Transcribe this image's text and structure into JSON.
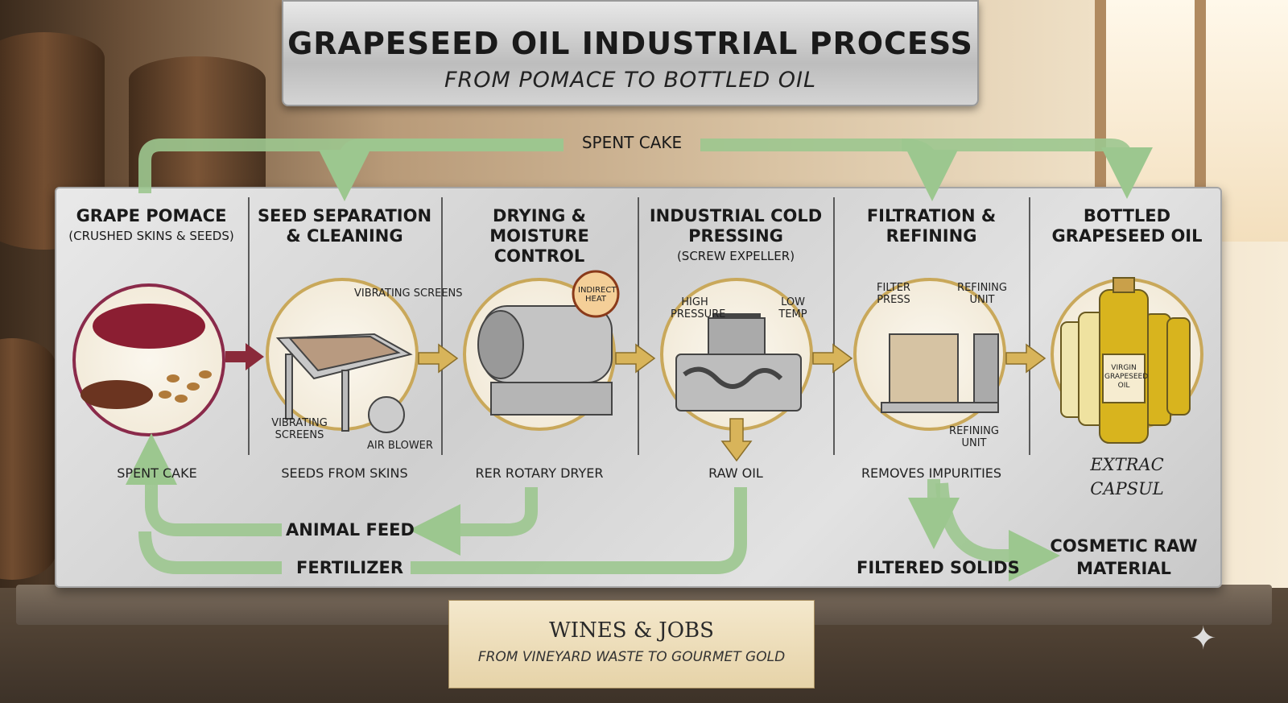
{
  "header": {
    "title": "GRAPESEED OIL INDUSTRIAL PROCESS",
    "subtitle": "FROM POMACE TO BOTTLED OIL"
  },
  "stages": [
    {
      "title": "GRAPE POMACE",
      "sub": "(CRUSHED SKINS & SEEDS)",
      "caption": "SPENT CAKE"
    },
    {
      "title": "SEED SEPARATION & CLEANING",
      "sub": "",
      "caption": "SEEDS FROM SKINS",
      "labels": [
        "VIBRATING SCREENS",
        "VIBRATING SCREENS",
        "AIR BLOWER"
      ]
    },
    {
      "title": "DRYING & MOISTURE CONTROL",
      "sub": "",
      "caption": "RER ROTARY DRYER",
      "labels": [
        "INDIRECT HEAT"
      ]
    },
    {
      "title": "INDUSTRIAL COLD PRESSING",
      "sub": "(SCREW EXPELLER)",
      "caption": "RAW OIL",
      "labels": [
        "HIGH PRESSURE",
        "LOW TEMP"
      ]
    },
    {
      "title": "FILTRATION & REFINING",
      "sub": "",
      "caption": "REMOVES IMPURITIES",
      "labels": [
        "FILTER PRESS",
        "REFINING UNIT",
        "REFINING UNIT"
      ]
    },
    {
      "title": "BOTTLED GRAPESEED OIL",
      "sub": "",
      "caption": "",
      "labels": [
        "VIRGIN GRAPESEED OIL"
      ],
      "extra": [
        "EXTRAC",
        "CAPSUL"
      ]
    }
  ],
  "byproducts": {
    "top": "SPENT CAKE",
    "feed": "ANIMAL FEED",
    "fertilizer": "FERTILIZER",
    "filtered": "FILTERED SOLIDS",
    "cosmetic": "COSMETIC RAW MATERIAL"
  },
  "footer": {
    "brand": "WINES & JOBS",
    "tagline": "FROM VINEYARD WASTE TO GOURMET GOLD"
  },
  "colors": {
    "green_arrow": "#9cc78f",
    "gold_arrow": "#d8b45a",
    "pomace_arrow": "#8a2a3a",
    "oil": "#d8b41e"
  }
}
